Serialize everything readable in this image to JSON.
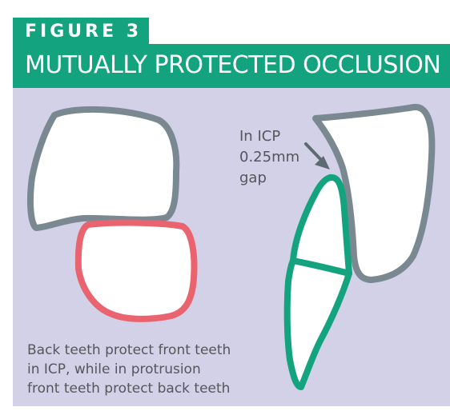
{
  "figure": {
    "label": "FIGURE 3",
    "title": "MUTUALLY PROTECTED OCCLUSION"
  },
  "annotation": {
    "lines": [
      "In ICP",
      "0.25mm",
      "gap"
    ]
  },
  "caption": {
    "lines": [
      "Back teeth protect front teeth",
      "in ICP, while in protrusion",
      "front teeth protect back teeth"
    ]
  },
  "colors": {
    "accent_green": "#14a37f",
    "panel_lavender": "#d3d1e7",
    "upper_tooth_outline": "#7a8891",
    "lower_molar_outline": "#e9646e",
    "incisor_outline": "#14a37f",
    "text_gray": "#55555c"
  }
}
